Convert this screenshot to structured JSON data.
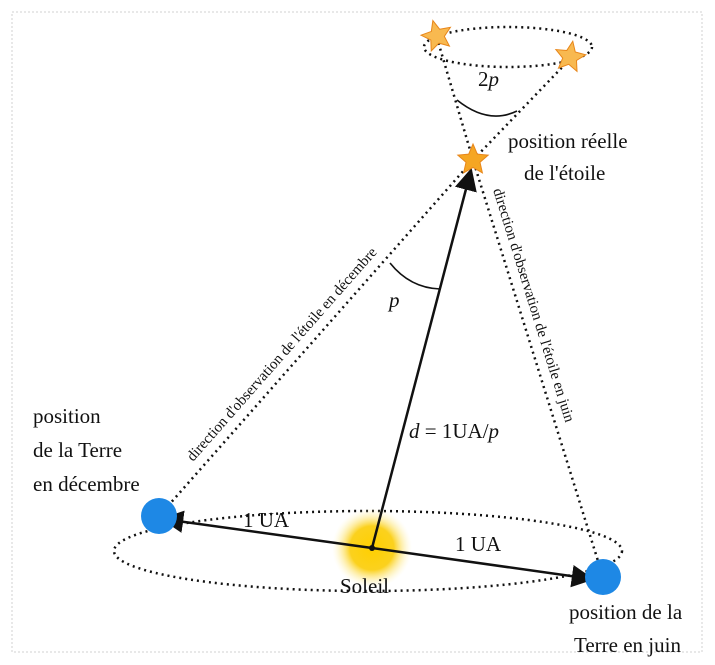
{
  "labels": {
    "earth_december": [
      "position",
      "de la Terre",
      "en décembre"
    ],
    "earth_june": [
      "position de la",
      "Terre en juin"
    ],
    "star_real": [
      "position réelle",
      "de l'étoile"
    ],
    "sun": "Soleil",
    "one_au_left": "1 UA",
    "one_au_right": "1 UA",
    "angle_p": "p",
    "angle_2p": "2p",
    "distance": "d = 1UA/p",
    "dir_december": "direction d'observation de l'étoile en décembre",
    "dir_june": "direction d'observation de l'étoile en juin"
  },
  "colors": {
    "earth": "#1e88e5",
    "sun": "#f9c80e",
    "star": "#f5a623",
    "line": "#111111",
    "frame": "#d0d0d0"
  }
}
